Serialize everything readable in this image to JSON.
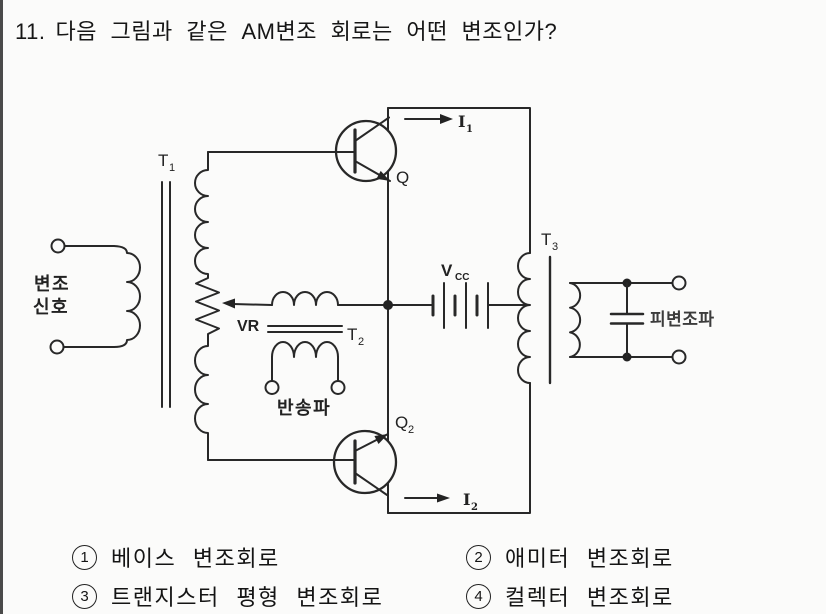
{
  "title": {
    "number": "11.",
    "text": "다음 그림과 같은 AM변조 회로는 어떤 변조인가?"
  },
  "circuit": {
    "transformer_t1": {
      "base": "T",
      "sub": "1"
    },
    "transformer_t2": {
      "base": "T",
      "sub": "2"
    },
    "transformer_t3": {
      "base": "T",
      "sub": "3"
    },
    "transistor_q1": {
      "base": "Q"
    },
    "transistor_q2": {
      "base": "Q",
      "sub": "2"
    },
    "supply_vcc": {
      "base": "V",
      "sub": "CC"
    },
    "current_i1": {
      "base": "I",
      "sub": "1"
    },
    "current_i2": {
      "base": "I",
      "sub": "2"
    },
    "variable_resistor": "VR",
    "modulating_signal_line1": "변조",
    "modulating_signal_line2": "신호",
    "carrier_wave": "반송파",
    "modulated_wave": "피변조파"
  },
  "options": [
    {
      "number": "1",
      "label": "베이스 변조회로"
    },
    {
      "number": "2",
      "label": "애미터 변조회로"
    },
    {
      "number": "3",
      "label": "트랜지스터 평형 변조회로"
    },
    {
      "number": "4",
      "label": "컬렉터 변조회로"
    }
  ],
  "colors": {
    "ink": "#282828",
    "paper": "#fbfbfa"
  }
}
